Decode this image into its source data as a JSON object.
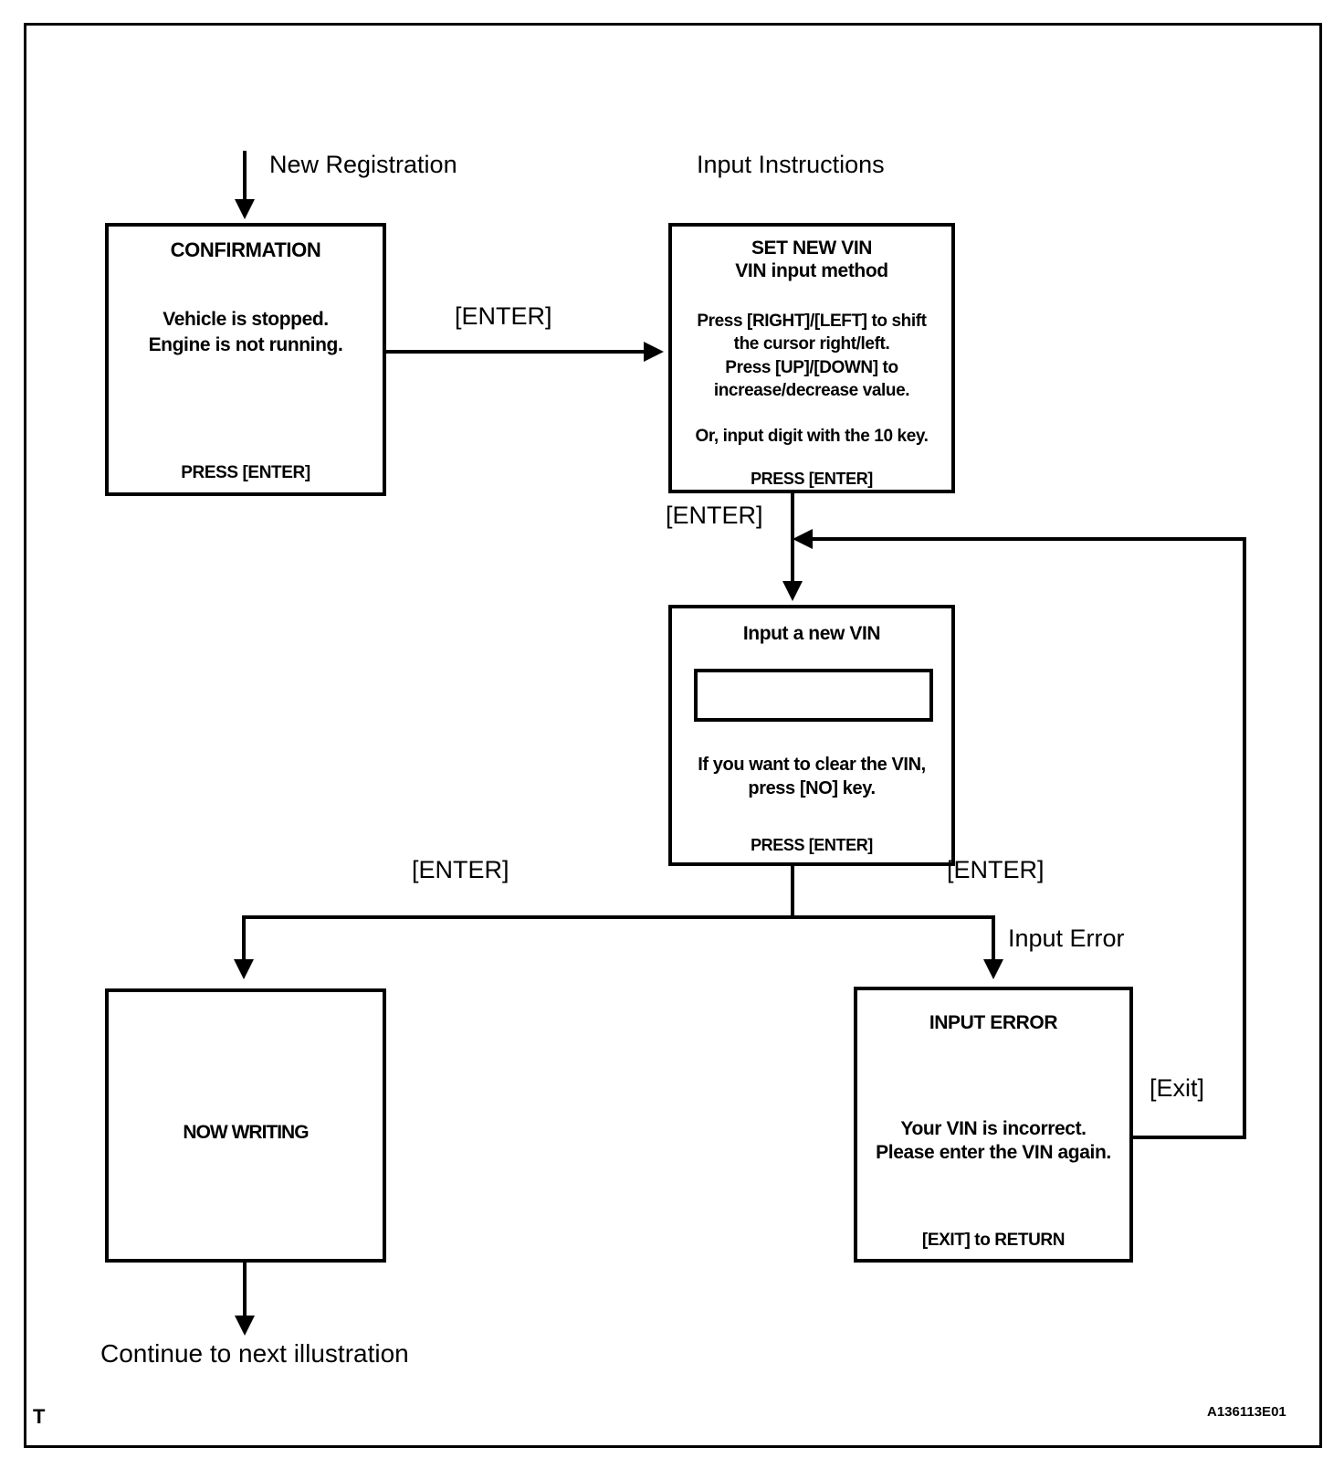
{
  "figure": {
    "corner_mark": "T",
    "part_code": "A136113E01"
  },
  "annotations": {
    "new_registration": "New Registration",
    "input_instructions": "Input Instructions",
    "enter_1": "[ENTER]",
    "enter_2": "[ENTER]",
    "enter_left": "[ENTER]",
    "enter_right": "[ENTER]",
    "input_error": "Input Error",
    "exit": "[Exit]",
    "continue": "Continue to next illustration"
  },
  "screens": {
    "confirmation": {
      "title": "CONFIRMATION",
      "line1": "Vehicle is stopped.",
      "line2": "Engine is not running.",
      "footer": "PRESS [ENTER]"
    },
    "set_new_vin": {
      "title1": "SET NEW VIN",
      "title2": "VIN input method",
      "body1": "Press [RIGHT]/[LEFT] to shift",
      "body2": "the cursor right/left.",
      "body3": "Press [UP]/[DOWN]  to",
      "body4": "increase/decrease value.",
      "body5": "Or, input digit with the 10 key.",
      "footer": "PRESS [ENTER]"
    },
    "input_new_vin": {
      "title": "Input a new VIN",
      "field_value": "",
      "body1": "If you want to clear the VIN,",
      "body2": "press [NO] key.",
      "footer": "PRESS [ENTER]"
    },
    "now_writing": {
      "title": "NOW WRITING"
    },
    "input_error": {
      "title": "INPUT  ERROR",
      "line1": "Your VIN is incorrect.",
      "line2": "Please enter the VIN again.",
      "footer": "[EXIT] to RETURN"
    }
  }
}
